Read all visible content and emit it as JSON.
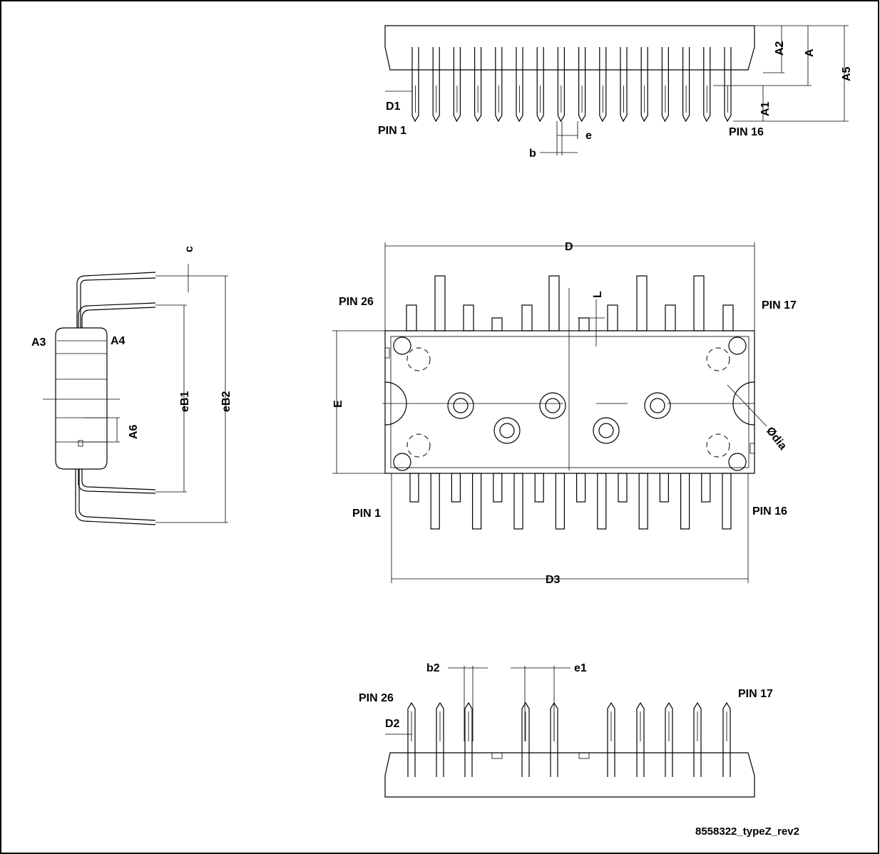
{
  "labels": {
    "top_view": {
      "pin_first": "PIN 1",
      "pin_last": "PIN 16",
      "dims": [
        "A2",
        "A",
        "A5",
        "A1",
        "D1",
        "e",
        "b"
      ]
    },
    "side_view": {
      "dims": [
        "c",
        "A3",
        "A4",
        "eB1",
        "eB2",
        "A6"
      ]
    },
    "plan_view": {
      "pin_top_left": "PIN 26",
      "pin_top_right": "PIN 17",
      "pin_bottom_left": "PIN 1",
      "pin_bottom_right": "PIN 16",
      "dims": [
        "D",
        "L",
        "E",
        "Ødia",
        "D3"
      ]
    },
    "bottom_view": {
      "pin_first": "PIN 26",
      "pin_last": "PIN 17",
      "dims": [
        "b2",
        "e1",
        "D2"
      ]
    }
  },
  "drawing_ref": "8558322_typeZ_rev2"
}
